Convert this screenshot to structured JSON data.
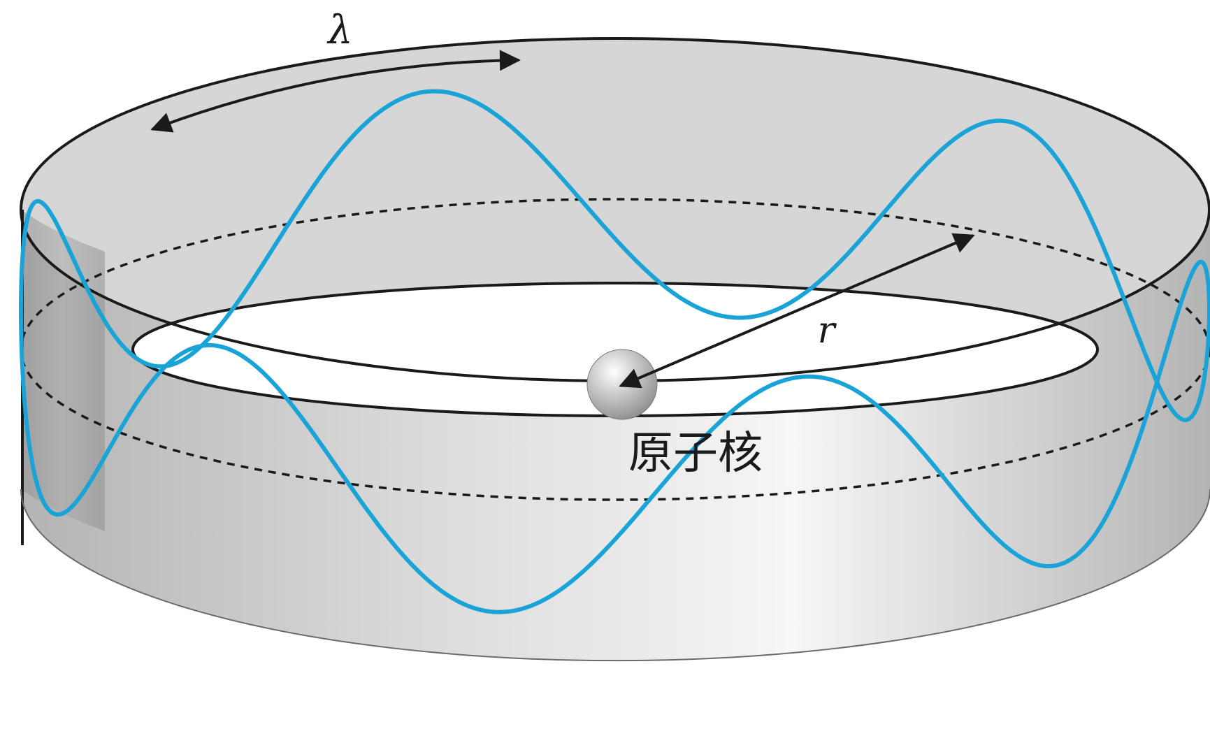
{
  "labels": {
    "wavelength": "λ",
    "radius": "r",
    "nucleus": "原子核"
  },
  "colors": {
    "wave": "#1aa3d6",
    "outline": "#1a1a1a",
    "band_light": "#f6f6f6",
    "band_dark": "#b4b4b4",
    "nucleus_light": "#ffffff",
    "nucleus_dark": "#8a8a8a"
  },
  "diagram": {
    "wave_cycles_shown": 3,
    "standing_wave_wavelengths_around_orbit": 6
  }
}
